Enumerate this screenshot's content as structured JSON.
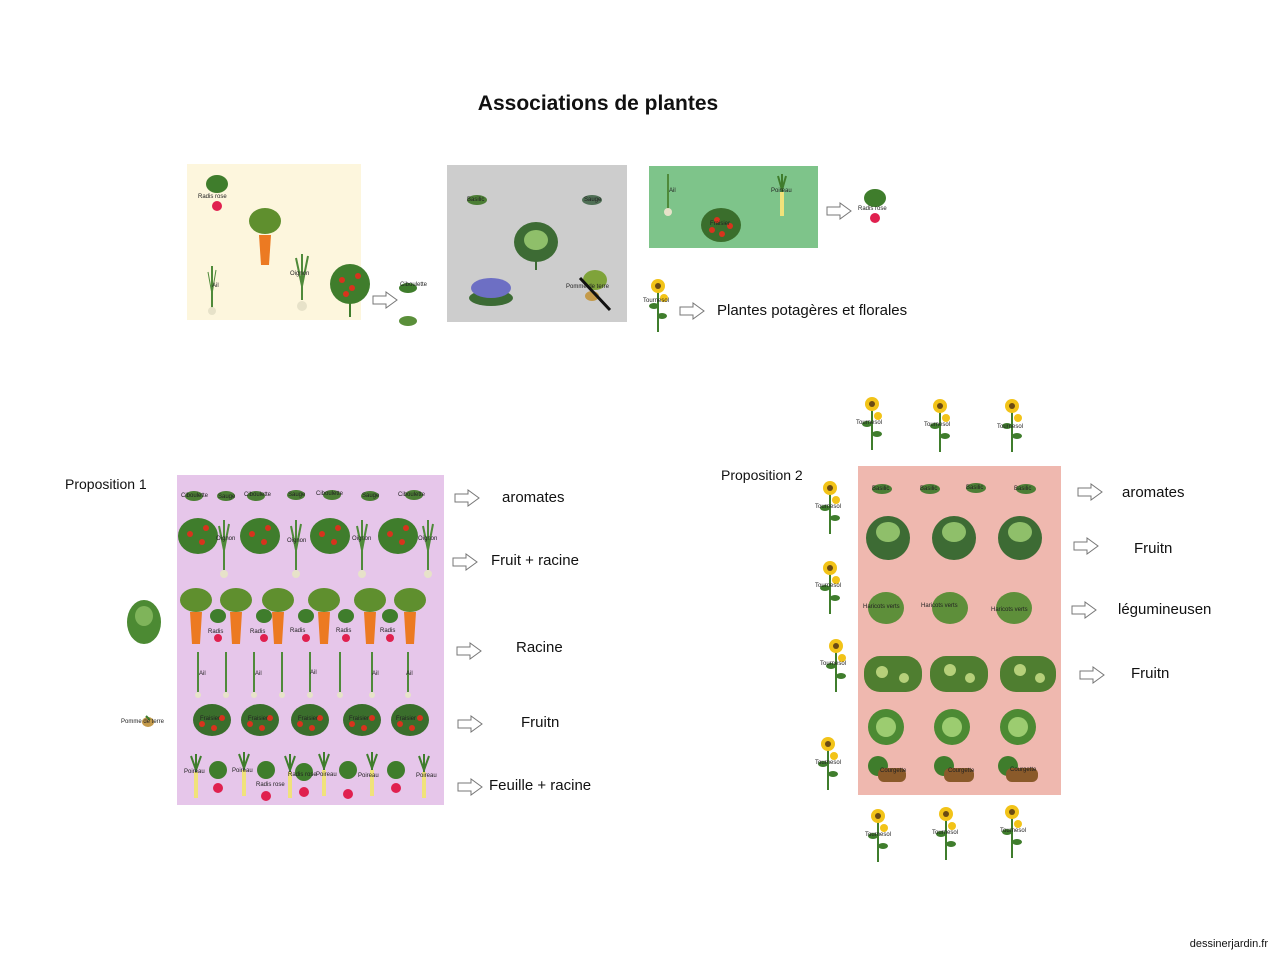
{
  "title": "Associations de plantes",
  "top": {
    "labels": {
      "radis_rose": "Radis rose",
      "ail": "Ail",
      "oignon": "Oignon",
      "ciboulette": "Ciboulette",
      "basilic": "Basilic",
      "sauge": "Sauge",
      "pomme_de_terre": "Pomme de terre",
      "poireau": "Poireau",
      "fraisier": "Fraisier",
      "tournesol": "Tournesol"
    },
    "legend_text": "Plantes potagères et florales"
  },
  "proposition1": {
    "title": "Proposition 1",
    "row_labels": [
      "aromates",
      "Fruit + racine",
      "Racine",
      "Fruitn",
      "Feuille + racine"
    ],
    "side_plant_label": "Pomme de terre",
    "plant_labels": {
      "ciboulette": "Ciboulette",
      "sauge": "Sauge",
      "oignon": "Oignon",
      "radis": "Radis",
      "ail": "Ail",
      "poireau": "Poireau",
      "fraisier": "Fraisier",
      "radis_rose": "Radis rose"
    }
  },
  "proposition2": {
    "title": "Proposition 2",
    "row_labels": [
      "aromates",
      "Fruitn",
      "légumineusen",
      "Fruitn"
    ],
    "plant_labels": {
      "tournesol": "Tournesol",
      "basilic": "Basilic",
      "haricots": "Haricots verts",
      "courgette": "Courgette"
    }
  },
  "footer": "dessinerjardin.fr",
  "colors": {
    "panel_cream": "#fdf6dd",
    "panel_grey": "#cdcdcd",
    "panel_green": "#7ec48a",
    "panel_lilac": "#e6c6ea",
    "panel_pink": "#efb8af",
    "leaf": "#3f7d2c",
    "leaf_dark": "#2b5c1e",
    "radish": "#e0204f",
    "carrot": "#ec7a22",
    "tomato": "#d8331d",
    "sunflower": "#f2c318",
    "lavender": "#6d6fc4"
  }
}
